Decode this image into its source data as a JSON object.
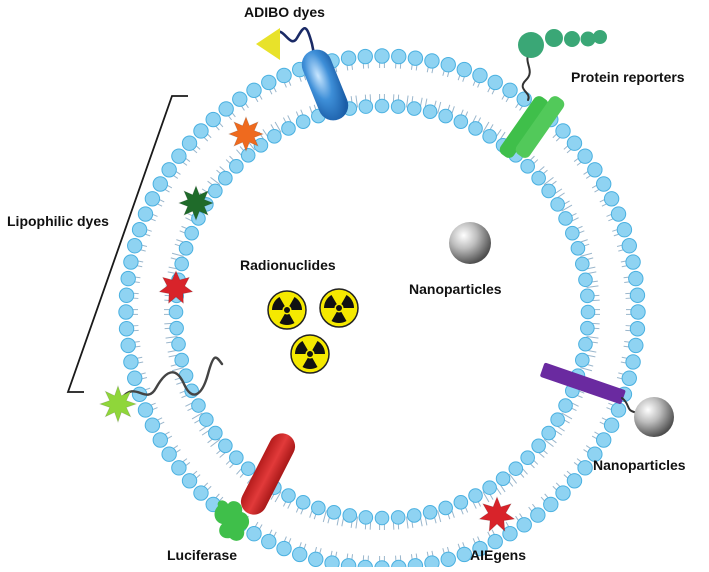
{
  "labels": {
    "adibo": "ADIBO dyes",
    "protein": "Protein reporters",
    "lipophilic": "Lipophilic dyes",
    "radionuclides": "Radionuclides",
    "nanoparticles_inner": "Nanoparticles",
    "nanoparticles_outer": "Nanoparticles",
    "luciferase": "Luciferase",
    "aiegens": "AIEgens"
  },
  "colors": {
    "lipid_head": "#8fd3f2",
    "lipid_head_stroke": "#4ab0e0",
    "lipid_tail": "#9ab6cc",
    "adibo_dye": "#e8e22a",
    "adibo_protein": "#2a7fcc",
    "protein_reporter": "#3aa776",
    "protein_channel": "#3fbf4a",
    "lipophilic_orange": "#ef6a1e",
    "lipophilic_darkgreen": "#1f6b2a",
    "lipophilic_red": "#d8232a",
    "lipophilic_lightgreen": "#8fd63a",
    "aiegen_red": "#d8232a",
    "luciferase_green": "#3fbf4a",
    "luciferase_enzyme": "#d62c2c",
    "nanoparticle_linker": "#6a2aa0",
    "radiation_yellow": "#f5e900",
    "nanoparticle_grey": "#9a9a9a"
  },
  "icons": {
    "radiation": "radiation-trefoil-icon",
    "nanoparticle": "grey-sphere-icon",
    "dye": "star-icon"
  }
}
